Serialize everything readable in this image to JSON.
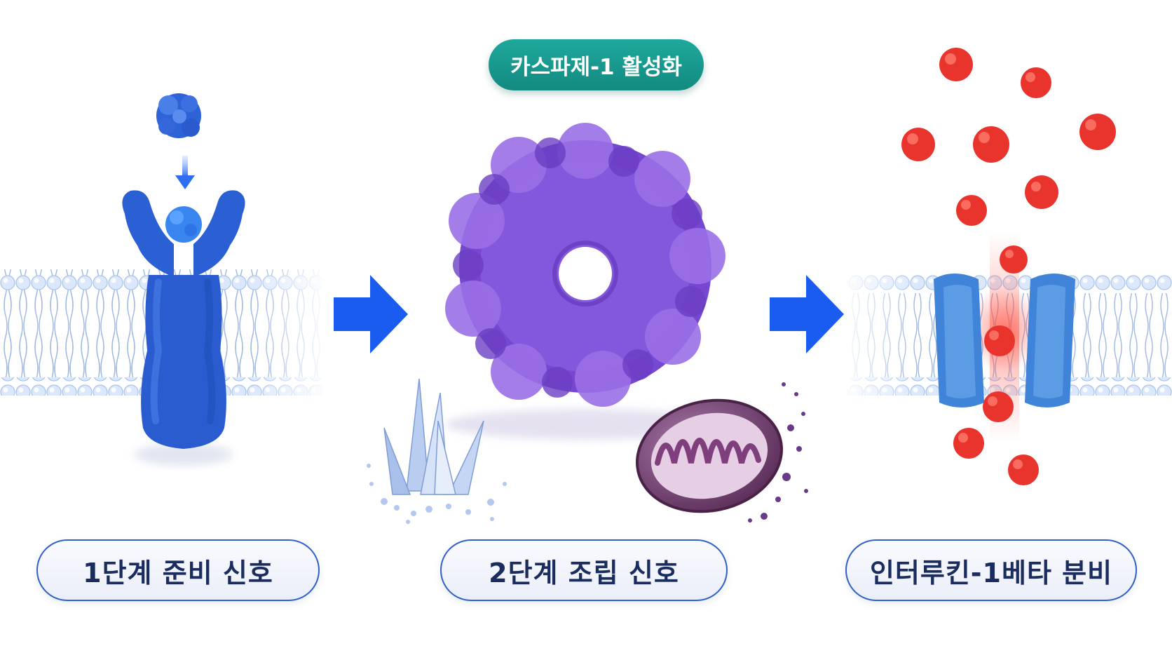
{
  "badge": {
    "text": "카스파제-1 활성화"
  },
  "stages": [
    {
      "label": "1단계 준비 신호"
    },
    {
      "label": "2단계 조립 신호"
    },
    {
      "label": "인터루킨-1베타 분비"
    }
  ],
  "colors": {
    "receptor": "#2a5fd6",
    "ligand": "#3a74e0",
    "inflammasome": "#7b4fd6",
    "cytokine": "#e8342c",
    "arrow": "#1a5cf0",
    "badge": "#169a8f",
    "membrane": "#b8d0f0"
  }
}
